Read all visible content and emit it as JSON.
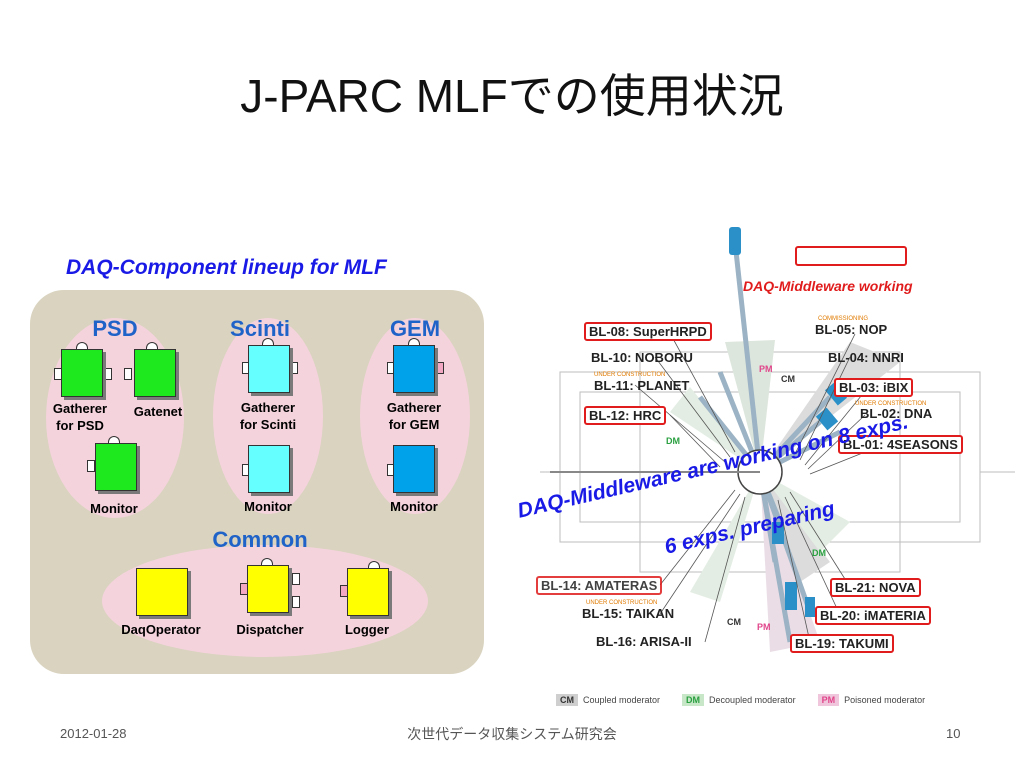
{
  "slide": {
    "title": "J-PARC MLFでの使用状況",
    "subtitle": "DAQ-Component lineup for MLF"
  },
  "groups": {
    "psd": "PSD",
    "scinti": "Scinti",
    "gem": "GEM",
    "common": "Common"
  },
  "components": {
    "gatherer_psd": "Gatherer\nfor PSD",
    "gatenet": "Gatenet",
    "monitor_psd": "Monitor",
    "gatherer_scinti": "Gatherer\nfor Scinti",
    "monitor_scinti": "Monitor",
    "gatherer_gem": "Gatherer\nfor GEM",
    "monitor_gem": "Monitor",
    "daqoperator": "DaqOperator",
    "dispatcher": "Dispatcher",
    "logger": "Logger"
  },
  "colors": {
    "psd": "#1ee81e",
    "scinti": "#66ffff",
    "gem": "#00a2ea",
    "common": "#ffff00",
    "highlight": "#e01c1c",
    "text_blue": "#1a1ae6"
  },
  "map": {
    "legend_working": "DAQ-Middleware working",
    "beamlines": {
      "bl08": "BL-08: SuperHRPD",
      "bl10": "BL-10: NOBORU",
      "bl11": "BL-11: PLANET",
      "bl12": "BL-12: HRC",
      "bl05": "BL-05: NOP",
      "bl04": "BL-04: NNRI",
      "bl03": "BL-03: iBIX",
      "bl02": "BL-02: DNA",
      "bl01": "BL-01: 4SEASONS",
      "bl14": "BL-14: AMATERAS",
      "bl15": "BL-15: TAIKAN",
      "bl16": "BL-16: ARISA-II",
      "bl21": "BL-21: NOVA",
      "bl20": "BL-20: iMATERIA",
      "bl19": "BL-19: TAKUMI"
    },
    "tags": {
      "under_construction": "UNDER CONSTRUCTION",
      "commissioning": "COMMISSIONING"
    },
    "sectors": {
      "pm": "PM",
      "cm": "CM",
      "dm": "DM"
    },
    "note_line1": "DAQ-Middleware are working on 8 exps.",
    "note_line2": "6 exps. preparing"
  },
  "legend": {
    "cm_tag": "CM",
    "cm_text": "Coupled moderator",
    "dm_tag": "DM",
    "dm_text": "Decoupled moderator",
    "pm_tag": "PM",
    "pm_text": "Poisoned moderator"
  },
  "footer": {
    "date": "2012-01-28",
    "event": "次世代データ収集システム研究会",
    "page": "10"
  }
}
